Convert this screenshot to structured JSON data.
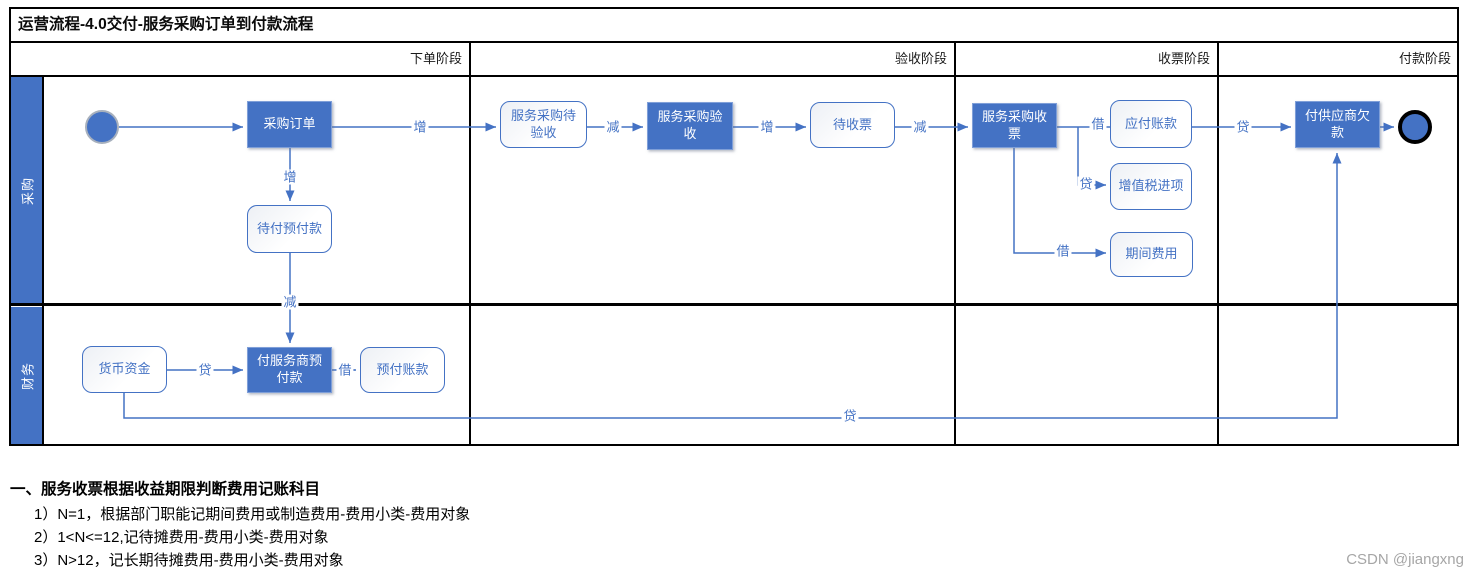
{
  "title": "运营流程-4.0交付-服务采购订单到付款流程",
  "phases": [
    {
      "label": "下单阶段"
    },
    {
      "label": "验收阶段"
    },
    {
      "label": "收票阶段"
    },
    {
      "label": "付款阶段"
    }
  ],
  "lanes": [
    {
      "label": "采购"
    },
    {
      "label": "财务"
    }
  ],
  "nodes": {
    "purchase_order": "采购订单",
    "pending_prepayment": "待付预付款",
    "service_pending_acceptance": "服务采购待验收",
    "service_acceptance": "服务采购验收",
    "pending_invoice": "待收票",
    "service_invoice": "服务采购收票",
    "accounts_payable": "应付账款",
    "vat_input": "增值税进项",
    "period_expense": "期间费用",
    "pay_supplier_debt": "付供应商欠款",
    "monetary_funds": "货币资金",
    "pay_service_provider_prepayment": "付服务商预付款",
    "prepaid_accounts": "预付账款"
  },
  "edge_labels": {
    "order_to_pending_acceptance": "增",
    "order_to_pending_prepayment": "增",
    "pending_prepayment_to_pay": "减",
    "pending_acceptance_to_acceptance": "减",
    "acceptance_to_pending_invoice": "增",
    "pending_invoice_to_invoice": "减",
    "invoice_to_accounts_payable": "借",
    "invoice_to_vat_input": "贷",
    "invoice_to_period_expense": "借",
    "accounts_payable_to_pay_debt": "贷",
    "funds_to_pay_prepayment": "贷",
    "pay_prepayment_to_prepaid": "借",
    "funds_to_pay_debt": "贷"
  },
  "notes": {
    "heading": "一、服务收票根据收益期限判断费用记账科目",
    "items": [
      "1）N=1，根据部门职能记期间费用或制造费用-费用小类-费用对象",
      "2）1<N<=12,记待摊费用-费用小类-费用对象",
      "3）N>12，记长期待摊费用-费用小类-费用对象"
    ]
  },
  "watermark": "CSDN @jiangxng",
  "colors": {
    "accent": "#4472C4",
    "grid": "#000000",
    "watermark": "#a6a6a6"
  }
}
